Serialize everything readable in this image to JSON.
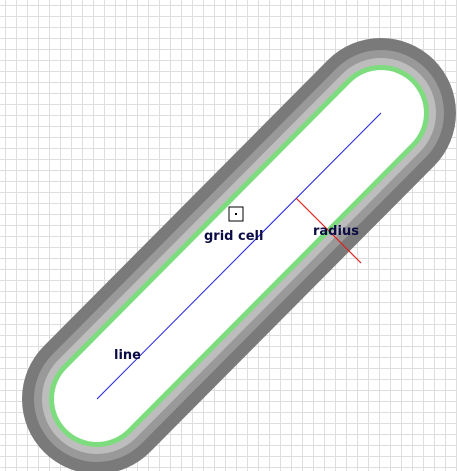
{
  "labels": {
    "grid_cell": "grid cell",
    "radius": "radius",
    "line": "line"
  },
  "colors": {
    "background": "#ffffff",
    "grid": "#dedede",
    "outer_band": "#7a7a7a",
    "middle_band": "#999999",
    "inner_band": "#bdbdbd",
    "inner_border": "#7ddc7d",
    "interior": "#ffffff",
    "line": "#1f1fe6",
    "radius": "#e02020",
    "label_text": "#0c0c44",
    "cell_marker": "#000000"
  }
}
